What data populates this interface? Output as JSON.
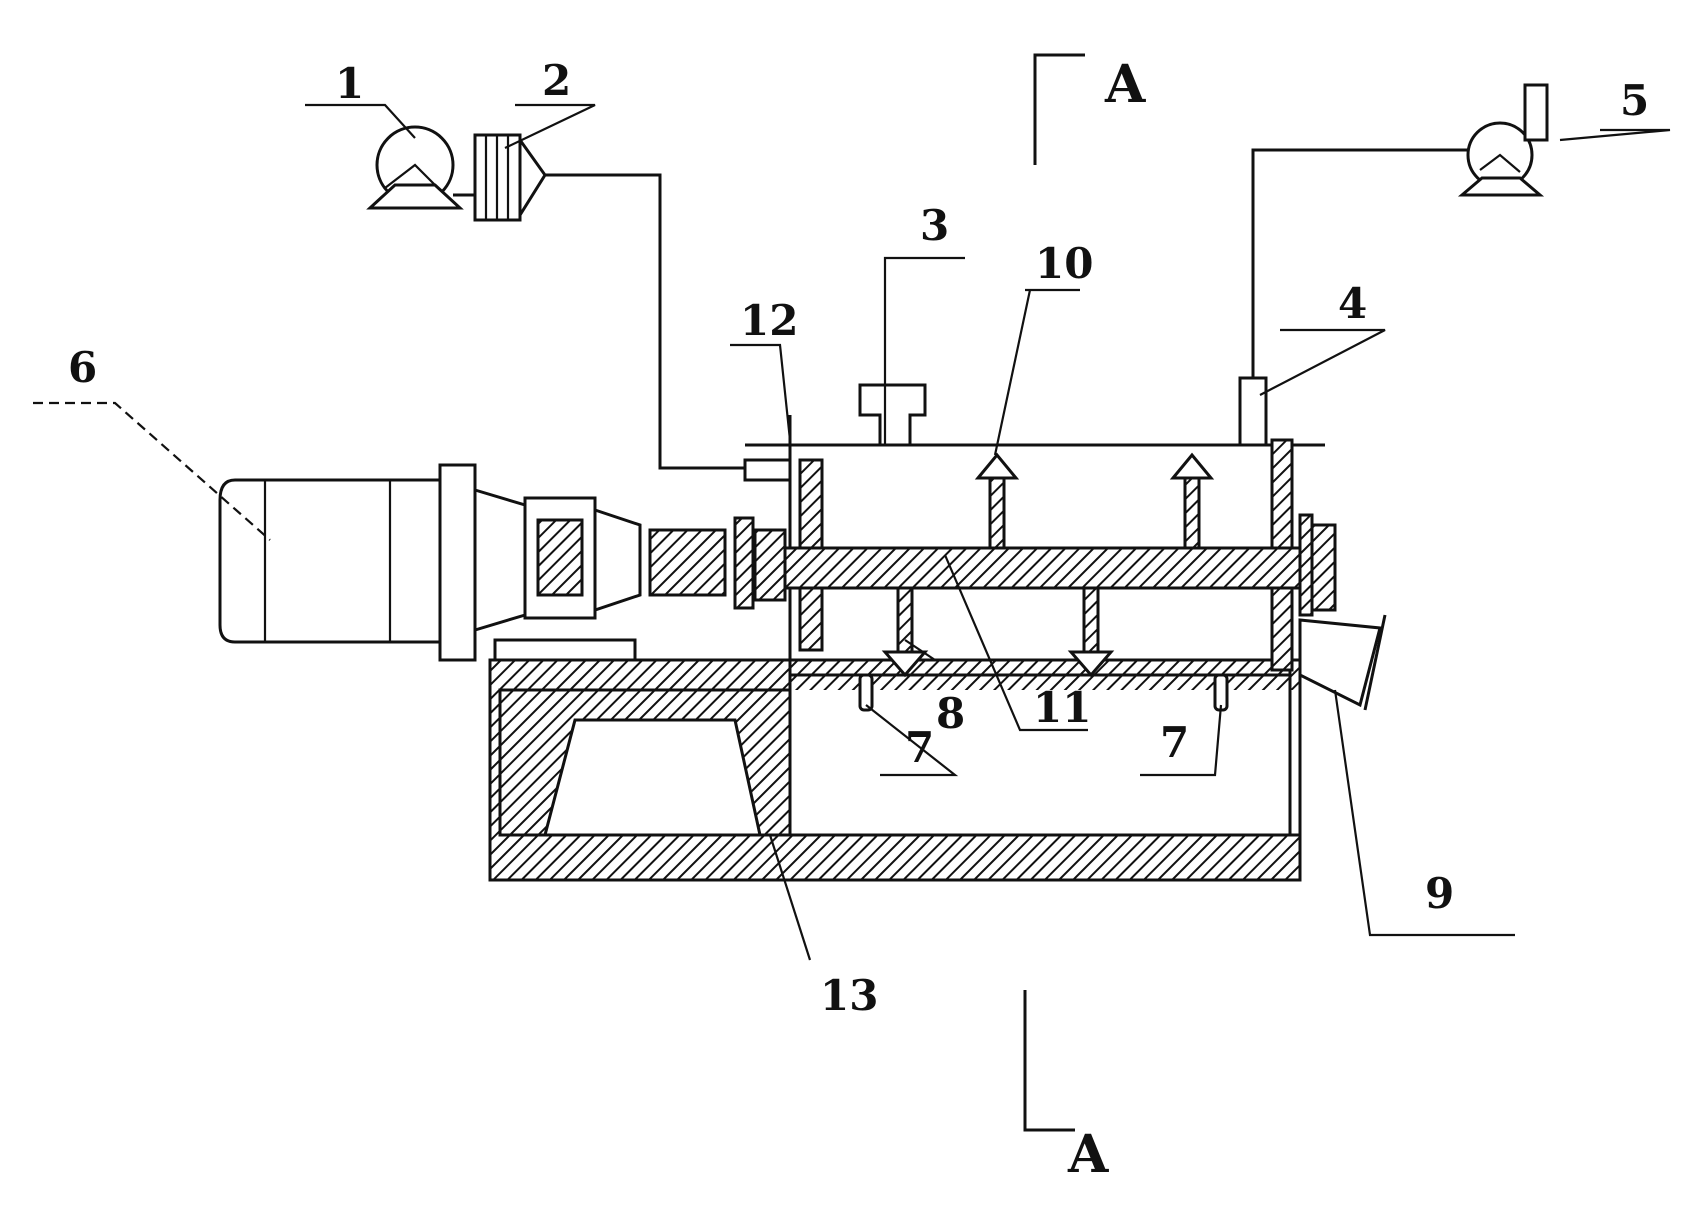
{
  "labels": {
    "l1": "1",
    "l2": "2",
    "l3": "3",
    "l4": "4",
    "l5": "5",
    "l6": "6",
    "l7a": "7",
    "l7b": "7",
    "l8": "8",
    "l9": "9",
    "l10": "10",
    "l11": "11",
    "l12": "12",
    "l13": "13"
  },
  "section": {
    "top": "A",
    "bottom": "A"
  },
  "colors": {
    "ink": "#111111",
    "paper": "#ffffff"
  }
}
